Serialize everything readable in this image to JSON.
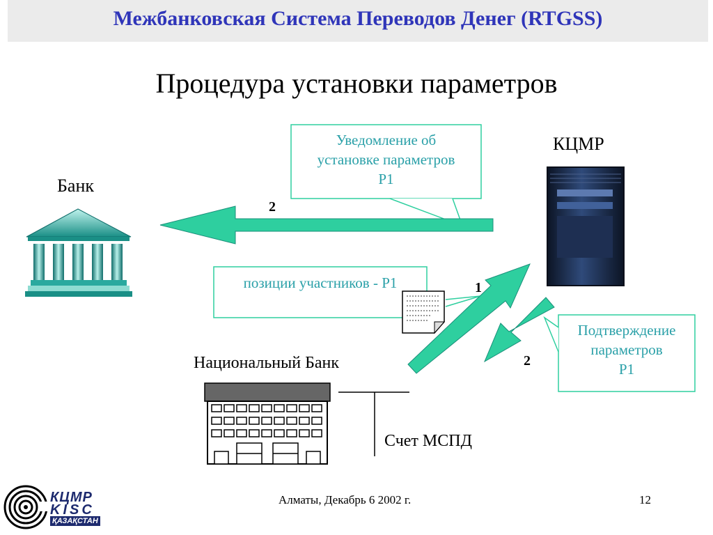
{
  "header": {
    "title": "Межбанковская Система Переводов Денег (RTGSS)"
  },
  "slide": {
    "subtitle": "Процедура установки параметров"
  },
  "nodes": {
    "bank": "Банк",
    "kcmr": "КЦМР",
    "national_bank": "Национальный Банк",
    "account": "Счет МСПД"
  },
  "callouts": {
    "notification": [
      "Уведомление об",
      "установке параметров",
      "P1"
    ],
    "positions": "позиции участников - P1",
    "confirmation": [
      "Подтверждение",
      "параметров",
      "P1"
    ]
  },
  "arrows": {
    "notify_step": "2",
    "send_step": "1",
    "confirm_step": "2"
  },
  "logo": {
    "line1": "КЦМР",
    "line2": "KISC",
    "line3": "ҚАЗАҚСТАН"
  },
  "footer": {
    "place_date": "Алматы, Декабрь 6 2002 г.",
    "page": "12"
  },
  "colors": {
    "header_text": "#2f35b9",
    "arrow": "#2ecf9f",
    "callout": "#2aa0a8",
    "header_bg": "#ebebeb"
  }
}
